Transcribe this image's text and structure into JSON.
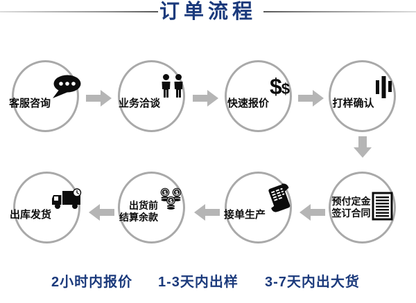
{
  "header": {
    "title": "订单流程"
  },
  "flow": {
    "top": [
      {
        "label": "客服咨询",
        "icon": "speech-bubble-icon"
      },
      {
        "label": "业务洽谈",
        "icon": "two-people-icon"
      },
      {
        "label": "快速报价",
        "icon": "dollar-signs-icon",
        "icon_text": "$$"
      },
      {
        "label": "打样确认",
        "icon": "bar-chart-icon"
      }
    ],
    "bottom": [
      {
        "lines": [
          "预付定金",
          "签订合同"
        ],
        "icon": "contract-document-icon"
      },
      {
        "label": "接单生产",
        "icon": "receipt-scroll-icon"
      },
      {
        "lines": [
          "出货前",
          "结算余款"
        ],
        "icon": "coin-stacks-icon"
      },
      {
        "label": "出库发货",
        "icon": "delivery-truck-icon"
      }
    ]
  },
  "captions": [
    "2小时内报价",
    "1-3天内出样",
    "3-7天内出大货"
  ],
  "colors": {
    "title_text": "#1b3a7c",
    "caption_text": "#1b3a7c",
    "circle_border": "#a9a9a9",
    "arrow": "#b5b5b5",
    "icon": "#0c0c0c",
    "background": "#ffffff"
  }
}
